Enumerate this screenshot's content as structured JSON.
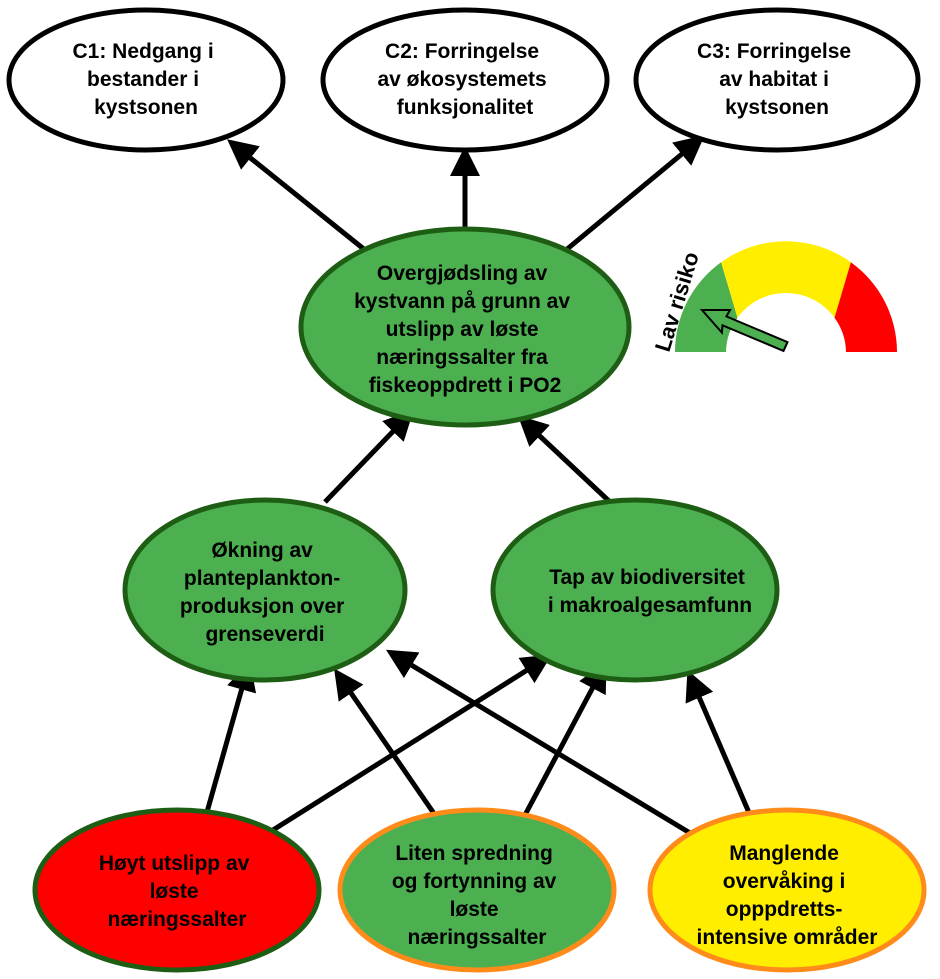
{
  "colors": {
    "outcome_fill": "#ffffff",
    "effect_fill": "#4caf50",
    "dark_green_border": "#1e5e14",
    "orange_border": "#ff8c1a",
    "risk_red": "#ff0000",
    "risk_yellow": "#ffee00",
    "risk_green": "#4caf50"
  },
  "outcomes": {
    "c1": [
      "C1: Nedgang i",
      "bestander i",
      "kystsonen"
    ],
    "c2": [
      "C2: Forringelse",
      "av økosystemets",
      "funksjonalitet"
    ],
    "c3": [
      "C3: Forringelse",
      "av habitat i",
      "kystsonen"
    ]
  },
  "central_effect": [
    "Overgjødsling av",
    "kystvann på grunn av",
    "utslipp av løste",
    "næringssalter fra",
    "fiskeoppdrett i PO2"
  ],
  "intermediate_effects": {
    "phytoplankton": [
      "Økning av",
      "planteplankton-",
      "produksjon over",
      "grenseverdi"
    ],
    "macroalgae": [
      "Tap av biodiversitet",
      "i makroalgesamfunn"
    ]
  },
  "drivers": {
    "high_emission": [
      "Høyt utslipp av",
      "løste",
      "næringssalter"
    ],
    "low_dispersion": [
      "Liten spredning",
      "og fortynning av",
      "løste",
      "næringssalter"
    ],
    "missing_monitoring": [
      "Manglende",
      "overvåking i",
      "opppdretts-",
      "intensive områder"
    ]
  },
  "risk_gauge": {
    "label": "Lav risiko",
    "level": "low",
    "segments": [
      "green",
      "yellow",
      "red"
    ]
  }
}
